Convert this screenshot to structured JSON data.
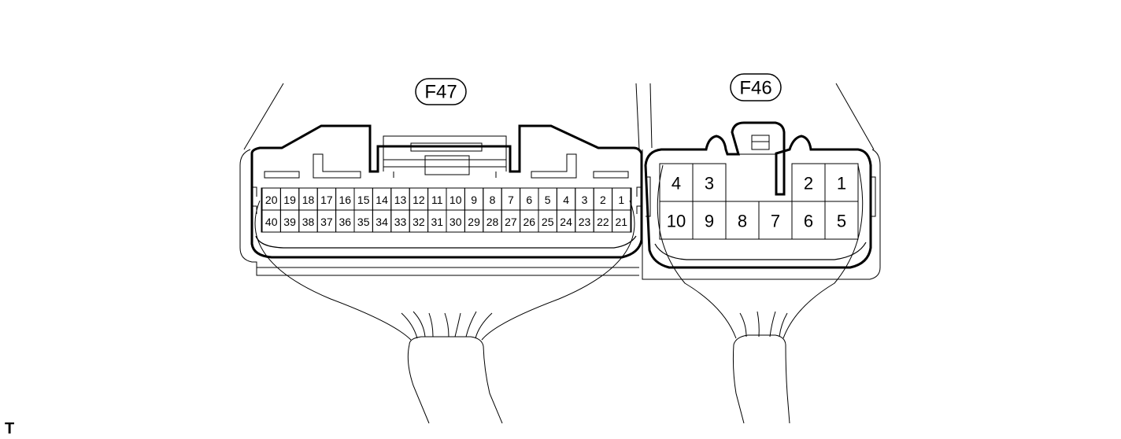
{
  "connectors": {
    "f47": {
      "tag": "F47",
      "row1": [
        "20",
        "19",
        "18",
        "17",
        "16",
        "15",
        "14",
        "13",
        "12",
        "11",
        "10",
        "9",
        "8",
        "7",
        "6",
        "5",
        "4",
        "3",
        "2",
        "1"
      ],
      "row2": [
        "40",
        "39",
        "38",
        "37",
        "36",
        "35",
        "34",
        "33",
        "32",
        "31",
        "30",
        "29",
        "28",
        "27",
        "26",
        "25",
        "24",
        "23",
        "22",
        "21"
      ]
    },
    "f46": {
      "tag": "F46",
      "row1": [
        "4",
        "3",
        "",
        "",
        "2",
        "1"
      ],
      "row2": [
        "10",
        "9",
        "8",
        "7",
        "6",
        "5"
      ]
    }
  },
  "corner_mark": "T"
}
